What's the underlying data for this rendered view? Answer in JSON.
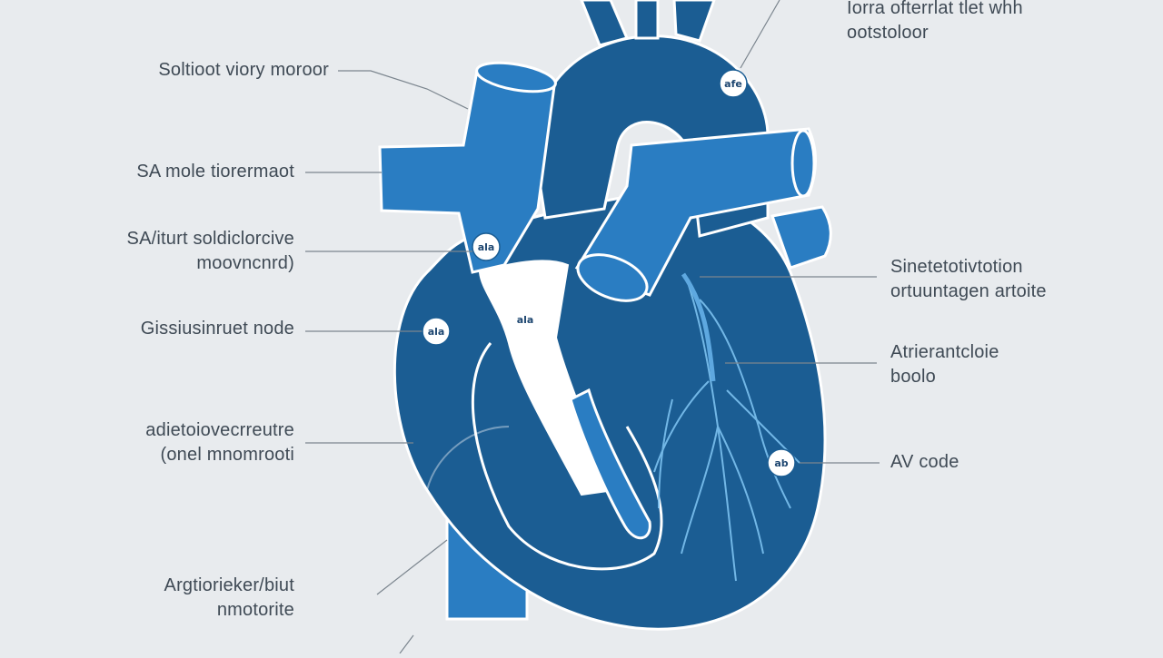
{
  "colors": {
    "background": "#e8ebee",
    "heart_dark": "#1b5d93",
    "vessel_blue": "#2a7dc2",
    "outline_white": "#ffffff",
    "node_white": "#ffffff",
    "leader_line": "#7b858e",
    "text": "#3f4a55",
    "conduction_light": "#7cc1f0"
  },
  "labels": {
    "left": [
      {
        "lines": [
          "Soltioot viory moroor"
        ]
      },
      {
        "lines": [
          "SA mole tiorermaot"
        ]
      },
      {
        "lines": [
          "SA/iturt soldiclorcive",
          "moovncnrd)"
        ]
      },
      {
        "lines": [
          "Gissiusinruet node"
        ]
      },
      {
        "lines": [
          "adietoiovecrreutre",
          "(onel mnomrooti"
        ]
      },
      {
        "lines": [
          "Argtiorieker/biut",
          "nmotorite"
        ]
      }
    ],
    "right": [
      {
        "lines": [
          "Iorra ofterrlat tlet whh",
          "ootstoloor"
        ]
      },
      {
        "lines": [
          "Sinetetotivtotion",
          "ortuuntagen artoite"
        ]
      },
      {
        "lines": [
          "Atrierantcloie",
          "boolo"
        ]
      },
      {
        "lines": [
          "AV code"
        ]
      }
    ]
  },
  "node_markers": [
    {
      "glyph": "afe"
    },
    {
      "glyph": "ala"
    },
    {
      "glyph": "ala"
    },
    {
      "glyph": "ala"
    },
    {
      "glyph": "ab"
    }
  ]
}
